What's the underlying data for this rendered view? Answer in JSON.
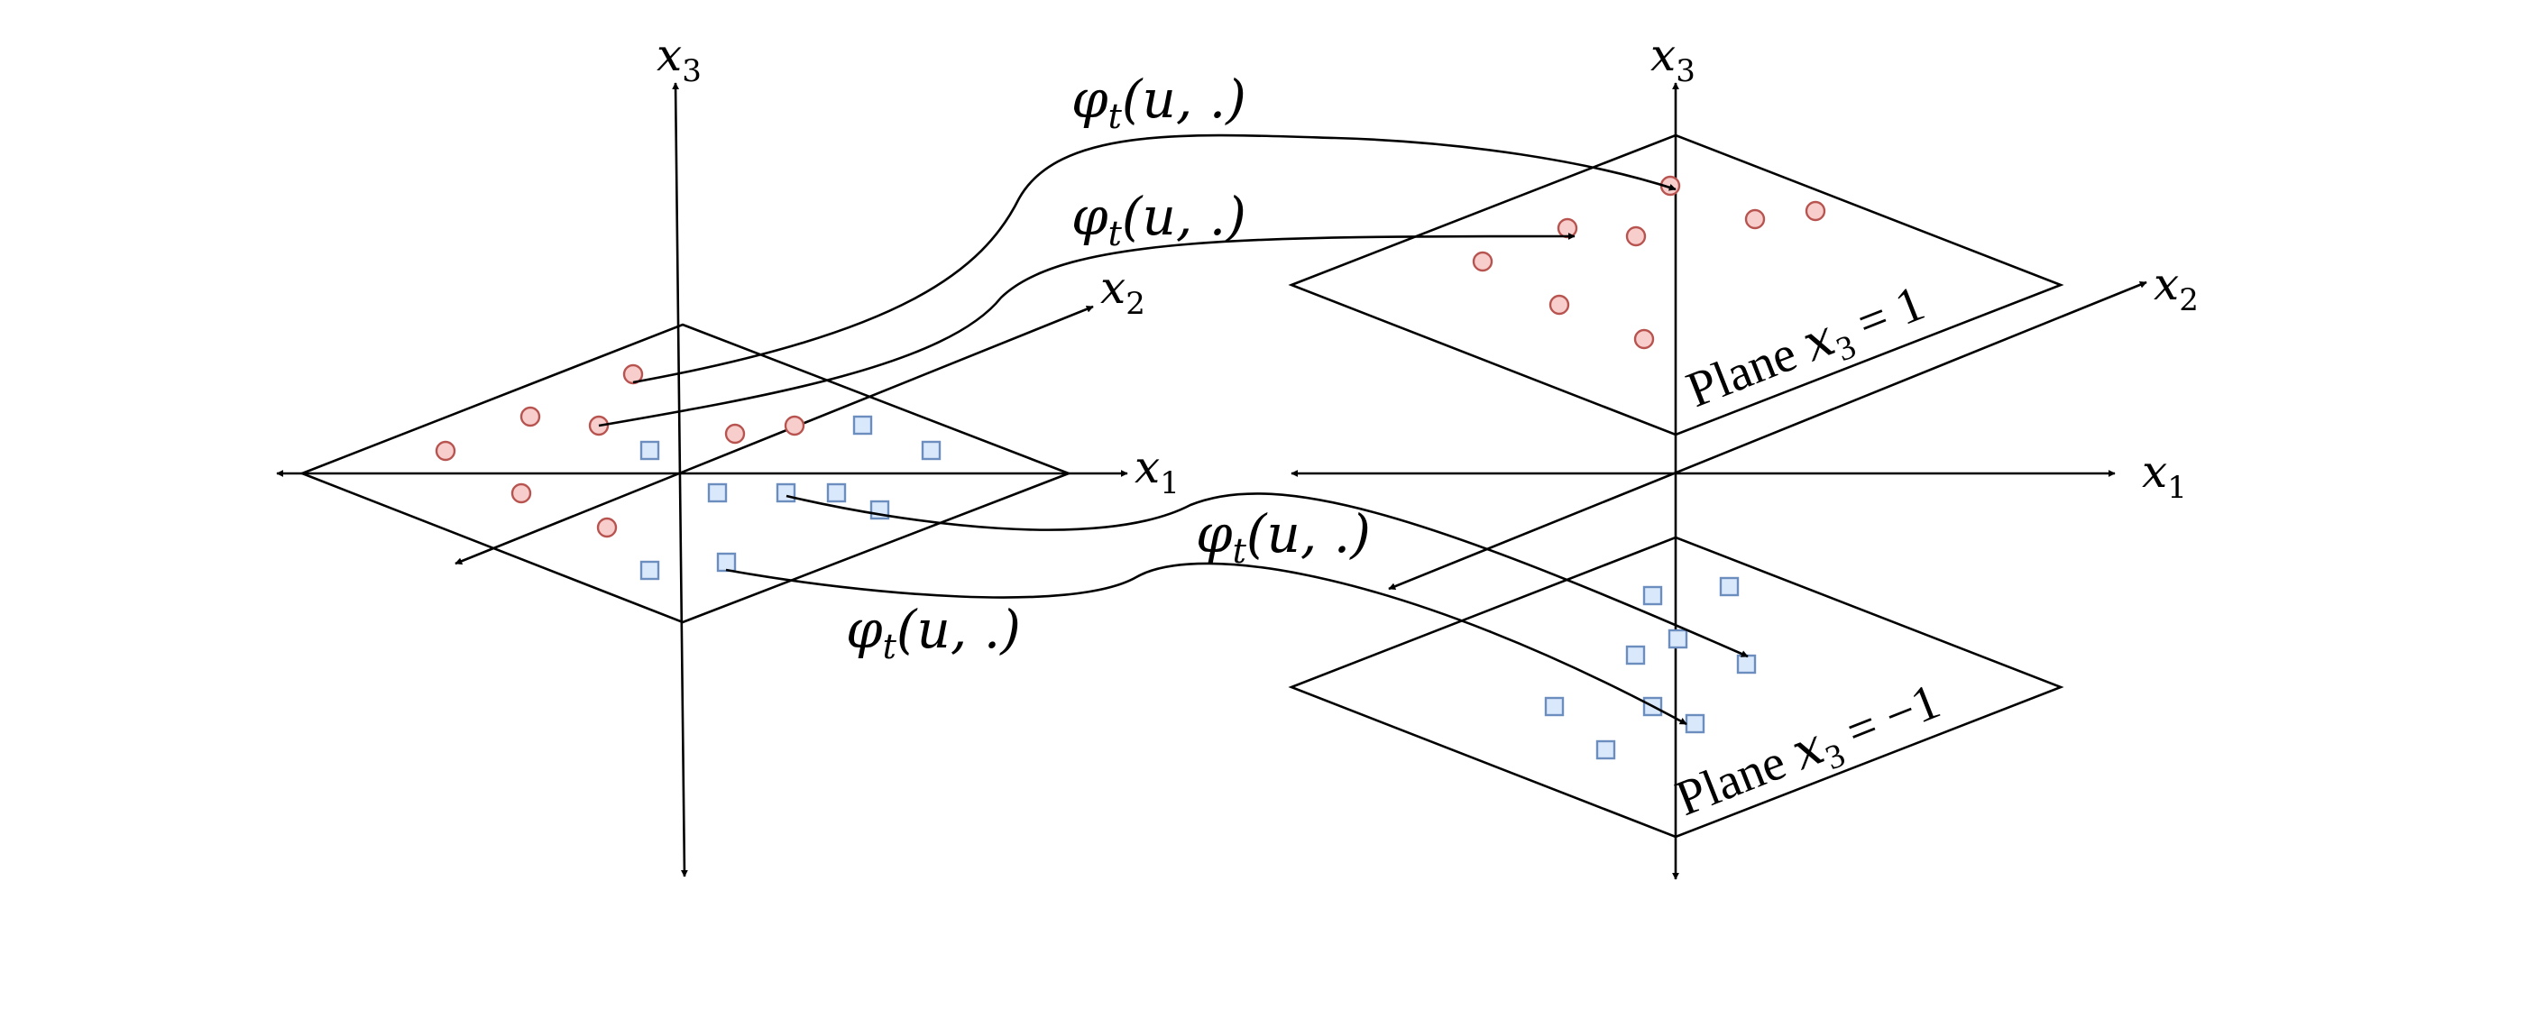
{
  "left_axes": {
    "x1": {
      "base": "x",
      "sub": "1"
    },
    "x2": {
      "base": "x",
      "sub": "2"
    },
    "x3": {
      "base": "x",
      "sub": "3"
    }
  },
  "right_axes": {
    "x1": {
      "base": "x",
      "sub": "1"
    },
    "x2": {
      "base": "x",
      "sub": "2"
    },
    "x3": {
      "base": "x",
      "sub": "3"
    }
  },
  "mappings": [
    {
      "phi": "φ",
      "sub": "t",
      "args": "(u, .)"
    },
    {
      "phi": "φ",
      "sub": "t",
      "args": "(u, .)"
    },
    {
      "phi": "φ",
      "sub": "t",
      "args": "(u, .)"
    },
    {
      "phi": "φ",
      "sub": "t",
      "args": "(u, .)"
    }
  ],
  "planes": {
    "upper": {
      "prefix": "Plane ",
      "var": "x",
      "sub": "3",
      "rel": " = 1"
    },
    "lower": {
      "prefix": "Plane ",
      "var": "x",
      "sub": "3",
      "rel": " = −1"
    }
  },
  "colors": {
    "class_a_fill": "#f8cecc",
    "class_a_stroke": "#b85450",
    "class_b_fill": "#dae8fc",
    "class_b_stroke": "#6c8ebf"
  }
}
